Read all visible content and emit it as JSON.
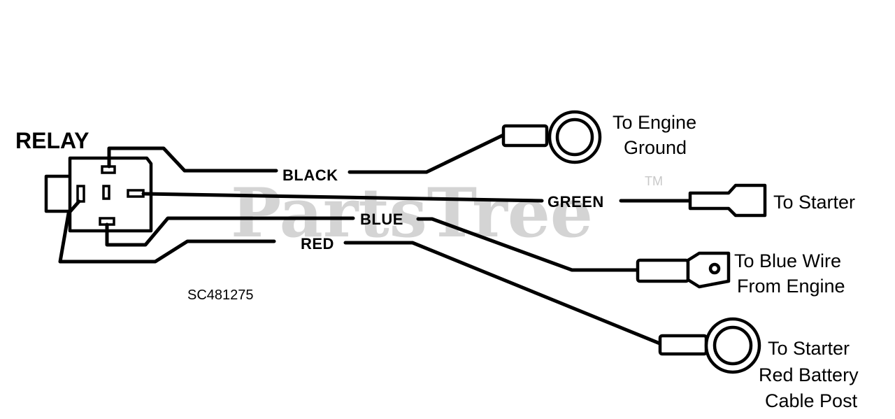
{
  "diagram": {
    "title": "RELAY",
    "part_code": "SC481275",
    "watermark": "PartsTree",
    "watermark_mark": "TM",
    "wires": {
      "black": "BLACK",
      "green": "GREEN",
      "blue": "BLUE",
      "red": "RED"
    },
    "destinations": {
      "engine_ground_1": "To Engine",
      "engine_ground_2": "Ground",
      "starter": "To Starter",
      "blue_wire_1": "To Blue Wire",
      "blue_wire_2": "From Engine",
      "battery_1": "To Starter",
      "battery_2": "Red Battery",
      "battery_3": "Cable Post"
    }
  }
}
